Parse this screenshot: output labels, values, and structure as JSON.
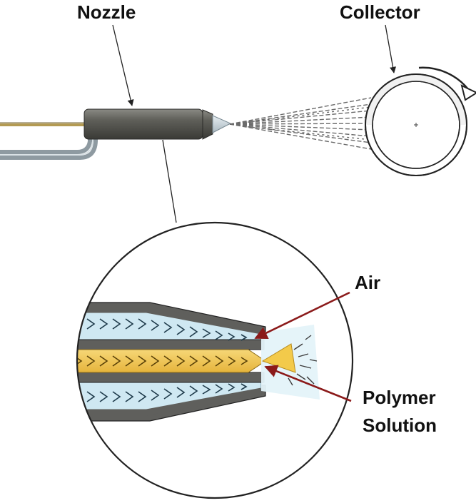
{
  "labels": {
    "nozzle": "Nozzle",
    "collector": "Collector",
    "air": "Air",
    "polymer_line1": "Polymer",
    "polymer_line2": "Solution"
  },
  "icons": {
    "arrow_annotations": "arrow-icon",
    "rotation_indicator": "rotation-arrow-icon"
  },
  "colors": {
    "nozzle_body": "#55554f",
    "air_channel": "#cfe8f2",
    "polymer_channel": "#f1c85a",
    "annotation_arrow": "#8b1a1a",
    "wall": "#5f5f5c",
    "outline": "#222222"
  }
}
